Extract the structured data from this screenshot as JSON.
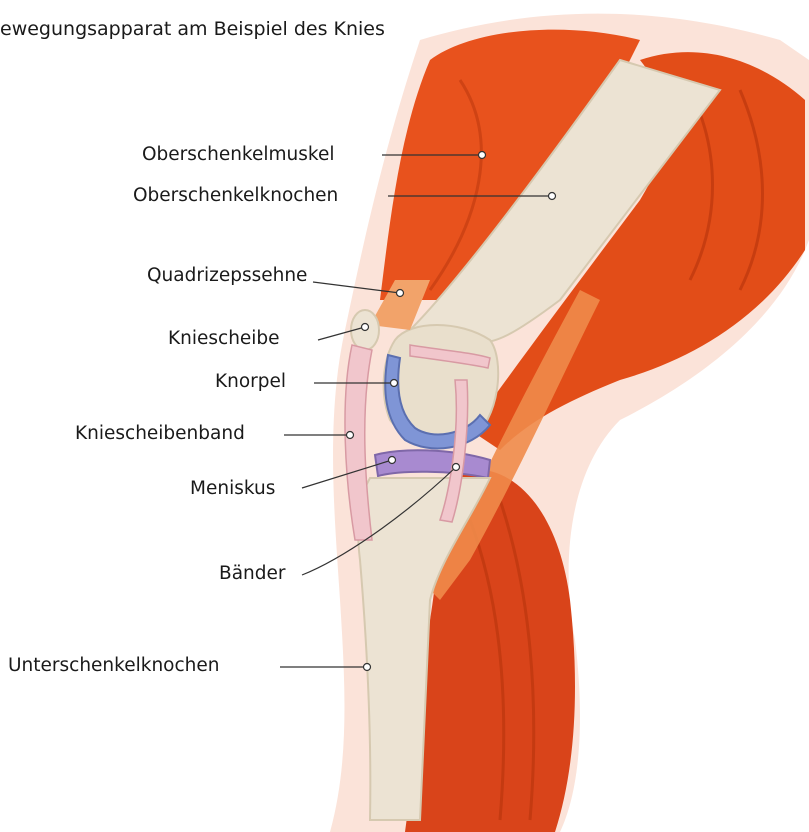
{
  "title": "ewegungsapparat am Beispiel des Knies",
  "labels": {
    "oberschenkelmuskel": "Oberschenkelmuskel",
    "oberschenkelknochen": "Oberschenkelknochen",
    "quadrizepssehne": "Quadrizepssehne",
    "kniescheibe": "Kniescheibe",
    "knorpel": "Knorpel",
    "kniescheibenband": "Kniescheibenband",
    "meniskus": "Meniskus",
    "baender": "Bänder",
    "unterschenkelknochen": "Unterschenkelknochen"
  },
  "colors": {
    "muscle": "#e8521d",
    "muscle_dark": "#c73d10",
    "muscle_light": "#f07a3a",
    "bone": "#ece3d3",
    "bone_shadow": "#d6c9b0",
    "cartilage": "#7f95d6",
    "meniscus": "#a88ad0",
    "ligament": "#f1c6cc",
    "skin_outline": "#f7c9b8",
    "leader": "#333333"
  }
}
